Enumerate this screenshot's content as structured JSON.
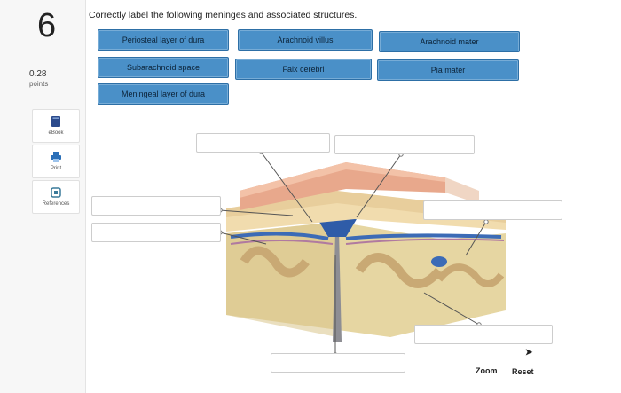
{
  "question": {
    "number": "6",
    "points_value": "0.28",
    "points_label": "points",
    "instruction": "Correctly label the following meninges and associated structures."
  },
  "sidebar": {
    "ebook": "eBook",
    "print": "Print",
    "references": "References"
  },
  "labels": [
    "Periosteal layer of dura",
    "Arachnoid villus",
    "Arachnoid mater",
    "Subarachnoid space",
    "Falx cerebri",
    "Pia mater",
    "Meningeal layer of dura"
  ],
  "controls": {
    "zoom": "Zoom",
    "reset": "Reset"
  },
  "colors": {
    "button_blue": "#4a90c8",
    "skin": "#e8a88c",
    "bone": "#f1dcae",
    "brain": "#e6d6a2",
    "venous": "#2f5ca8"
  }
}
